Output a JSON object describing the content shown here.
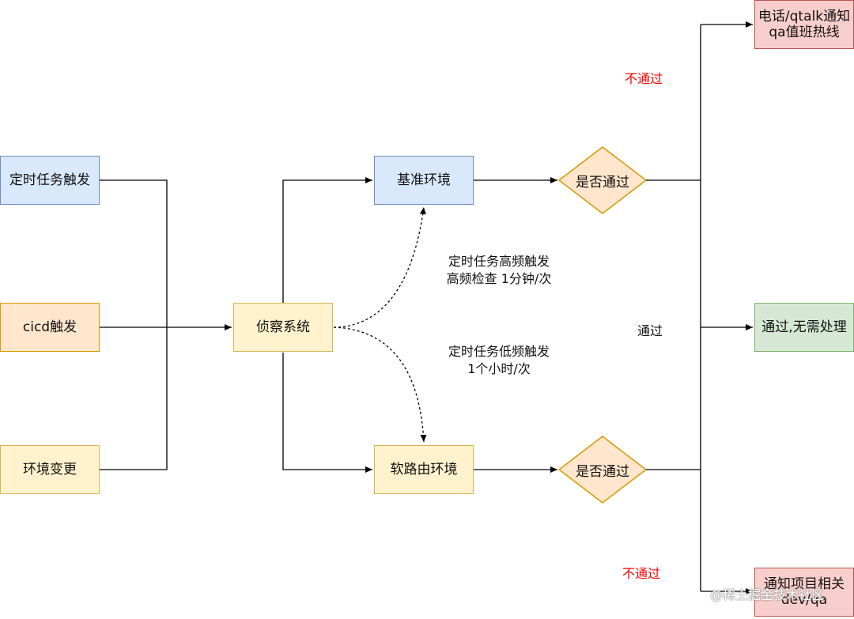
{
  "nodes": {
    "timed_trigger": "定时任务触发",
    "cicd_trigger": "cicd触发",
    "env_change": "环境变更",
    "detect_system": "侦察系统",
    "baseline_env": "基准环境",
    "soft_route_env": "软路由环境",
    "decision_top": "是否通过",
    "decision_bottom": "是否通过",
    "notify_top_line1": "电话/qtalk通知",
    "notify_top_line2": "qa值班热线",
    "pass_no_action": "通过,无需处理",
    "notify_bottom_line1": "通知项目相关",
    "notify_bottom_line2": "dev/qa"
  },
  "edge_labels": {
    "high_freq_line1": "定时任务高频触发",
    "high_freq_line2": "高频检查 1分钟/次",
    "low_freq_line1": "定时任务低频触发",
    "low_freq_line2": "1个小时/次",
    "fail_top": "不通过",
    "pass_mid": "通过",
    "fail_bottom": "不通过"
  },
  "watermark": "@稀土掘金技术社区",
  "colors": {
    "blue_fill": "#dae8fc",
    "orange_fill": "#ffe6cc",
    "yellow_fill": "#fff2cc",
    "red_fill": "#f8cecc",
    "green_fill": "#d5e8d4",
    "fail_text": "#ff0000"
  }
}
